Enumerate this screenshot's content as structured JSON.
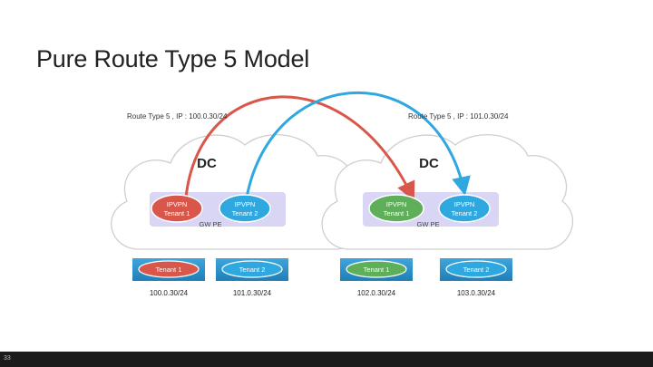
{
  "title": "Pure Route Type 5 Model",
  "page_number": "33",
  "routes": {
    "left_label": "Route Type 5 , IP : 100.0.30/24",
    "right_label": "Route Type 5 , IP : 101.0.30/24",
    "left_color": "#d9574a",
    "right_color": "#2fa8e0"
  },
  "datacenters": [
    {
      "label": "DC",
      "gw_label": "GW PE",
      "vrfs": [
        {
          "line1": "IPVPN",
          "line2": "Tenant 1"
        },
        {
          "line1": "IPVPN",
          "line2": "Tenant 2"
        }
      ],
      "tenants": [
        {
          "label": "Tenant 1",
          "subnet": "100.0.30/24"
        },
        {
          "label": "Tenant 2",
          "subnet": "101.0.30/24"
        }
      ]
    },
    {
      "label": "DC",
      "gw_label": "GW PE",
      "vrfs": [
        {
          "line1": "IPVPN",
          "line2": "Tenant 1"
        },
        {
          "line1": "IPVPN",
          "line2": "Tenant 2"
        }
      ],
      "tenants": [
        {
          "label": "Tenant 1",
          "subnet": "102.0.30/24"
        },
        {
          "label": "Tenant 2",
          "subnet": "103.0.30/24"
        }
      ]
    }
  ],
  "colors": {
    "tenant1_red": "#d9574a",
    "tenant1_green": "#5fae5a",
    "tenant2_blue": "#2fa8e0",
    "gw_band": "#d9d6f5",
    "tenant_box": "#2b8fc7",
    "cloud_stroke": "#cfcfcf"
  }
}
